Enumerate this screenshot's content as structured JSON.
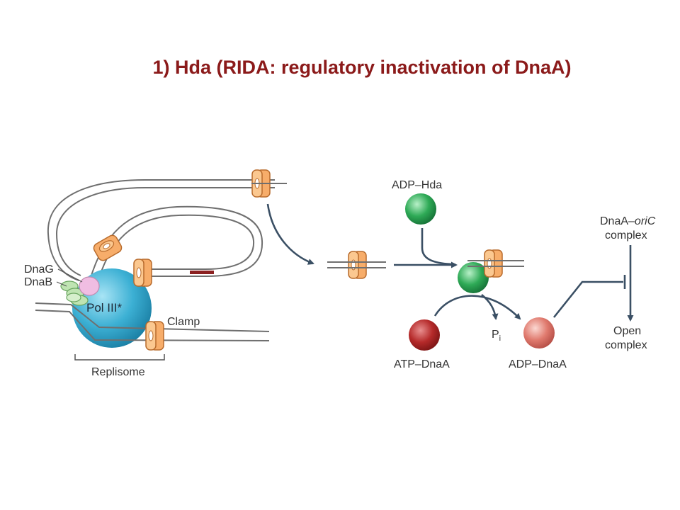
{
  "title": "1) Hda (RIDA: regulatory inactivation of DnaA)",
  "labels": {
    "dnag": "DnaG",
    "dnab": "DnaB",
    "pol3": "Pol III*",
    "clamp": "Clamp",
    "replisome": "Replisome",
    "adp_hda": "ADP–Hda",
    "atp_dnaa": "ATP–DnaA",
    "adp_dnaa": "ADP–DnaA",
    "pi_p": "P",
    "pi_sub": "i",
    "dnaa_oric_prefix": "DnaA–",
    "dnaa_oric_italic": "oriC",
    "complex": "complex",
    "open": "Open",
    "open_complex": "complex"
  },
  "colors": {
    "title": "#8b1a1a",
    "clamp": "#f7ad6a",
    "pol3": "#3cb0d4",
    "hda": "#2eaa56",
    "atp_dnaa": "#b52a2a",
    "adp_dnaa": "#e07a6e",
    "dnab": "#bfe4b2",
    "dnag": "#f0bde2",
    "arrow": "#3a4f64"
  }
}
